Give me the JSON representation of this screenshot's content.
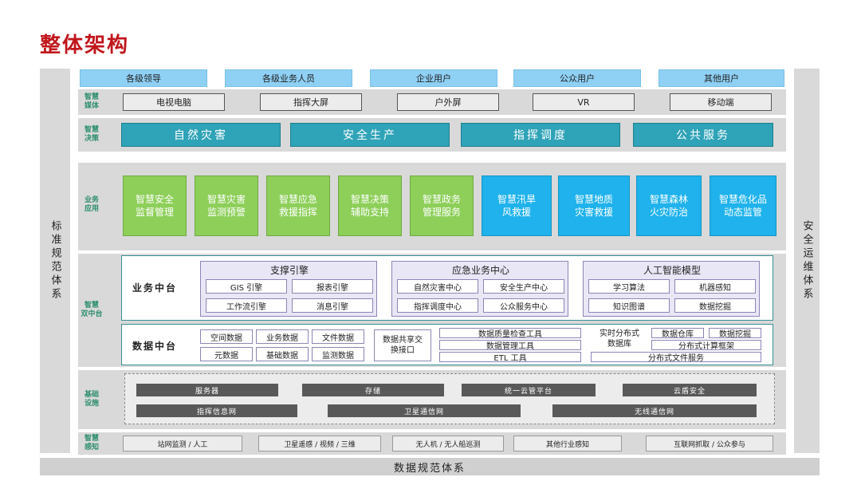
{
  "title": "整体架构",
  "left_label": "标准规范体系",
  "right_label": "安全运维体系",
  "bottom_label": "数据规范体系",
  "users": [
    "各级领导",
    "各级业务人员",
    "企业用户",
    "公众用户",
    "其他用户"
  ],
  "media": {
    "label_top": "智慧",
    "label_bottom": "媒体",
    "items": [
      "电视电脑",
      "指挥大屏",
      "户外屏",
      "VR",
      "移动端"
    ]
  },
  "decision": {
    "label_top": "智慧",
    "label_bottom": "决策",
    "items": [
      "自然灾害",
      "安全生产",
      "指挥调度",
      "公共服务"
    ]
  },
  "apps": {
    "label_top": "业务",
    "label_bottom": "应用",
    "items": [
      {
        "l1": "智慧安全",
        "l2": "监督管理"
      },
      {
        "l1": "智慧灾害",
        "l2": "监测预警"
      },
      {
        "l1": "智慧应急",
        "l2": "救援指挥"
      },
      {
        "l1": "智慧决策",
        "l2": "辅助支持"
      },
      {
        "l1": "智慧政务",
        "l2": "管理服务"
      },
      {
        "l1": "智慧汛旱",
        "l2": "风救援"
      },
      {
        "l1": "智慧地质",
        "l2": "灾害救援"
      },
      {
        "l1": "智慧森林",
        "l2": "火灾防治"
      },
      {
        "l1": "智慧危化品",
        "l2": "动态监管"
      }
    ]
  },
  "midplat": {
    "label_top": "智慧",
    "label_bottom": "双中台",
    "business": {
      "label": "业务中台",
      "groups": [
        {
          "title": "支撑引擎",
          "cells": [
            "GIS 引擎",
            "报表引擎",
            "工作流引擎",
            "消息引擎"
          ]
        },
        {
          "title": "应急业务中心",
          "cells": [
            "自然灾害中心",
            "安全生产中心",
            "指挥调度中心",
            "公众服务中心"
          ]
        },
        {
          "title": "人工智能模型",
          "cells": [
            "学习算法",
            "机器感知",
            "知识图谱",
            "数据挖掘"
          ]
        }
      ]
    },
    "data": {
      "label": "数据中台",
      "grid": [
        "空间数据",
        "业务数据",
        "文件数据",
        "元数据",
        "基础数据",
        "监测数据"
      ],
      "share_l1": "数据共享交",
      "share_l2": "换接口",
      "tools": [
        "数据质量检查工具",
        "数据管理工具",
        "ETL 工具"
      ],
      "dist_db_l1": "实时分布式",
      "dist_db_l2": "数据库",
      "warehouse": "数据仓库",
      "mining": "数据挖掘",
      "compute": "分布式计算框架",
      "fs": "分布式文件服务"
    }
  },
  "infra": {
    "label_top": "基础",
    "label_bottom": "设施",
    "row1": [
      "服务器",
      "存储",
      "统一云管平台",
      "云盾安全"
    ],
    "row2": [
      "指挥信息网",
      "卫星通信网",
      "无线通信网"
    ]
  },
  "sensing": {
    "label_top": "智慧",
    "label_bottom": "感知",
    "items": [
      "站网监测 / 人工",
      "卫星遥感 / 视频 / 三维",
      "无人机 / 无人船巡测",
      "其他行业感知",
      "互联网抓取 / 公众参与"
    ]
  }
}
